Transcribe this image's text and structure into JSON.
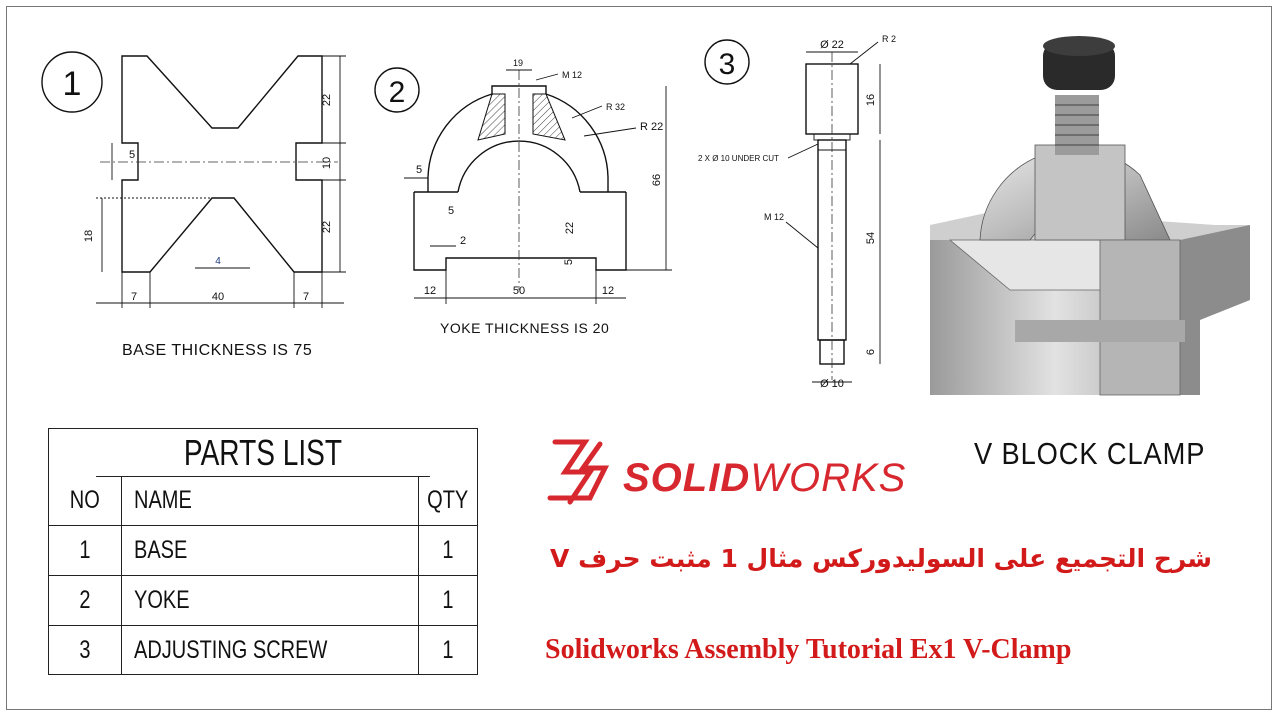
{
  "drawings": {
    "base": {
      "bubble": "1",
      "note": "BASE THICKNESS IS 75",
      "dims": {
        "d22a": "22",
        "d10": "10",
        "d22b": "22",
        "d5": "5",
        "d18": "18",
        "d4": "4",
        "d7a": "7",
        "d40": "40",
        "d7b": "7"
      }
    },
    "yoke": {
      "bubble": "2",
      "note": "YOKE THICKNESS IS 20",
      "dims": {
        "d19": "19",
        "m12": "M 12",
        "r32": "R 32",
        "r22": "R 22",
        "d5a": "5",
        "d66": "66",
        "d5b": "5",
        "d2": "2",
        "d22": "22",
        "d5c": "5",
        "d12a": "12",
        "d50": "50",
        "d12b": "12"
      }
    },
    "screw": {
      "bubble": "3",
      "dims": {
        "phi22": "Ø 22",
        "r2": "R 2",
        "d16": "16",
        "undercut": "2 X Ø 10 UNDER CUT",
        "m12": "M 12",
        "d54": "54",
        "d6": "6",
        "phi10": "Ø 10"
      }
    }
  },
  "parts_list": {
    "title": "PARTS LIST",
    "headers": [
      "NO",
      "NAME",
      "QTY"
    ],
    "rows": [
      {
        "no": "1",
        "name": "BASE",
        "qty": "1"
      },
      {
        "no": "2",
        "name": "YOKE",
        "qty": "1"
      },
      {
        "no": "3",
        "name": "ADJUSTING SCREW",
        "qty": "1"
      }
    ]
  },
  "logo": {
    "bold": "SOLID",
    "light": "WORKS",
    "color": "#d7282f"
  },
  "render_label": "V BLOCK CLAMP",
  "title_ar": "شرح التجميع على السوليدوركس مثال 1 مثبت حرف V",
  "title_en": "Solidworks Assembly Tutorial Ex1 V-Clamp",
  "title_color": "#d21a1a"
}
